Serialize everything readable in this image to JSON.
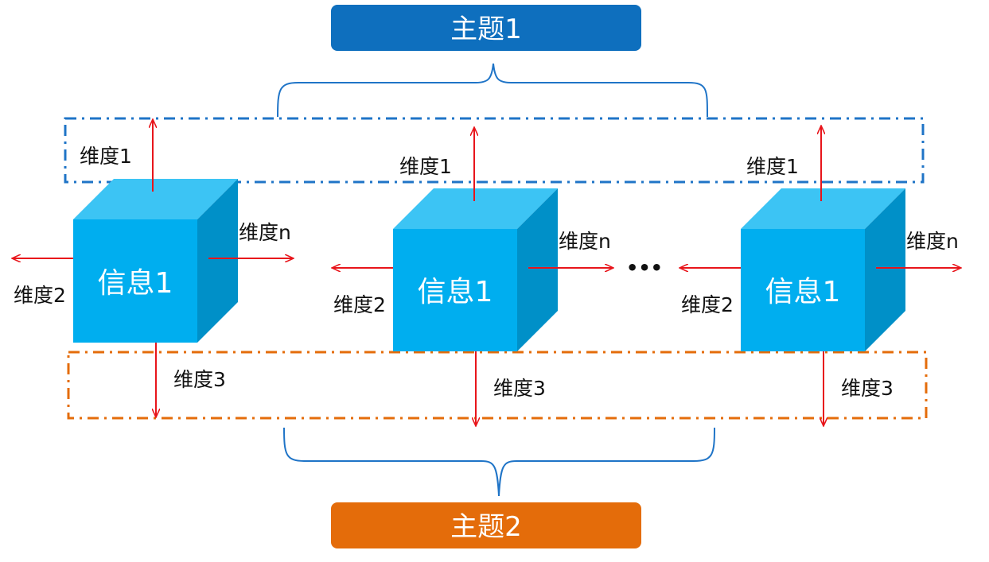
{
  "topic_top": {
    "label": "主题1",
    "color": "#0E6FBE"
  },
  "topic_bottom": {
    "label": "主题2",
    "color": "#E46C0A"
  },
  "dimension_labels": {
    "d1": "维度1",
    "d2": "维度2",
    "d3": "维度3",
    "dn": "维度n"
  },
  "cubes": [
    {
      "label": "信息1"
    },
    {
      "label": "信息1"
    },
    {
      "label": "信息1"
    }
  ],
  "ellipsis": "•••",
  "colors": {
    "cube_front": "#00AEEF",
    "cube_top": "#3CC4F4",
    "cube_side": "#0090C8",
    "arrow": "#E8151B",
    "dashed_top": "#1F74C7",
    "dashed_bottom": "#E46C0A",
    "brace": "#1F74C7"
  }
}
